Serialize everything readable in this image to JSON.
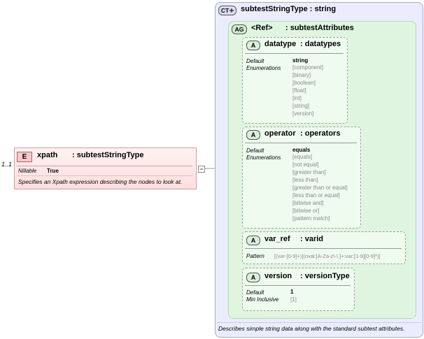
{
  "element": {
    "multiplicity": "1..1",
    "badge": "E",
    "name": "xpath",
    "type": ": subtestStringType",
    "nillable_label": "Nillable",
    "nillable_value": "True",
    "documentation": "Specifies an Xpath expression describing the nodes to look at."
  },
  "complex_type": {
    "badge": "CT",
    "title": "subtestStringType : string",
    "documentation": "Describes simple string data along with the standard subtest attributes."
  },
  "attribute_group": {
    "badge": "AG",
    "ref": "<Ref>",
    "type": ": subtestAttributes"
  },
  "attributes": {
    "datatype": {
      "badge": "A",
      "name": "datatype",
      "type": ": datatypes",
      "default_label": "Default",
      "default_value": "string",
      "enum_label": "Enumerations",
      "enums": [
        "[component]",
        "[binary]",
        "[boolean]",
        "[float]",
        "[int]",
        "[string]",
        "[version]"
      ]
    },
    "operator": {
      "badge": "A",
      "name": "operator",
      "type": ": operators",
      "default_label": "Default",
      "default_value": "equals",
      "enum_label": "Enumerations",
      "enums": [
        "[equals]",
        "[not equal]",
        "[greater than]",
        "[less than]",
        "[greater than or equal]",
        "[less than or equal]",
        "[bitwise and]",
        "[bitwise or]",
        "[pattern match]"
      ]
    },
    "var_ref": {
      "badge": "A",
      "name": "var_ref",
      "type": ": varid",
      "pattern_label": "Pattern",
      "pattern_value": "[(var-[0-9]+)|(oval:[A-Za-z\\-\\.]+:var:[1-9][0-9]*)]"
    },
    "version": {
      "badge": "A",
      "name": "version",
      "type": ": versionType",
      "default_label": "Default",
      "default_value": "1",
      "min_label": "Min Inclusive",
      "min_value": "[1]"
    }
  }
}
